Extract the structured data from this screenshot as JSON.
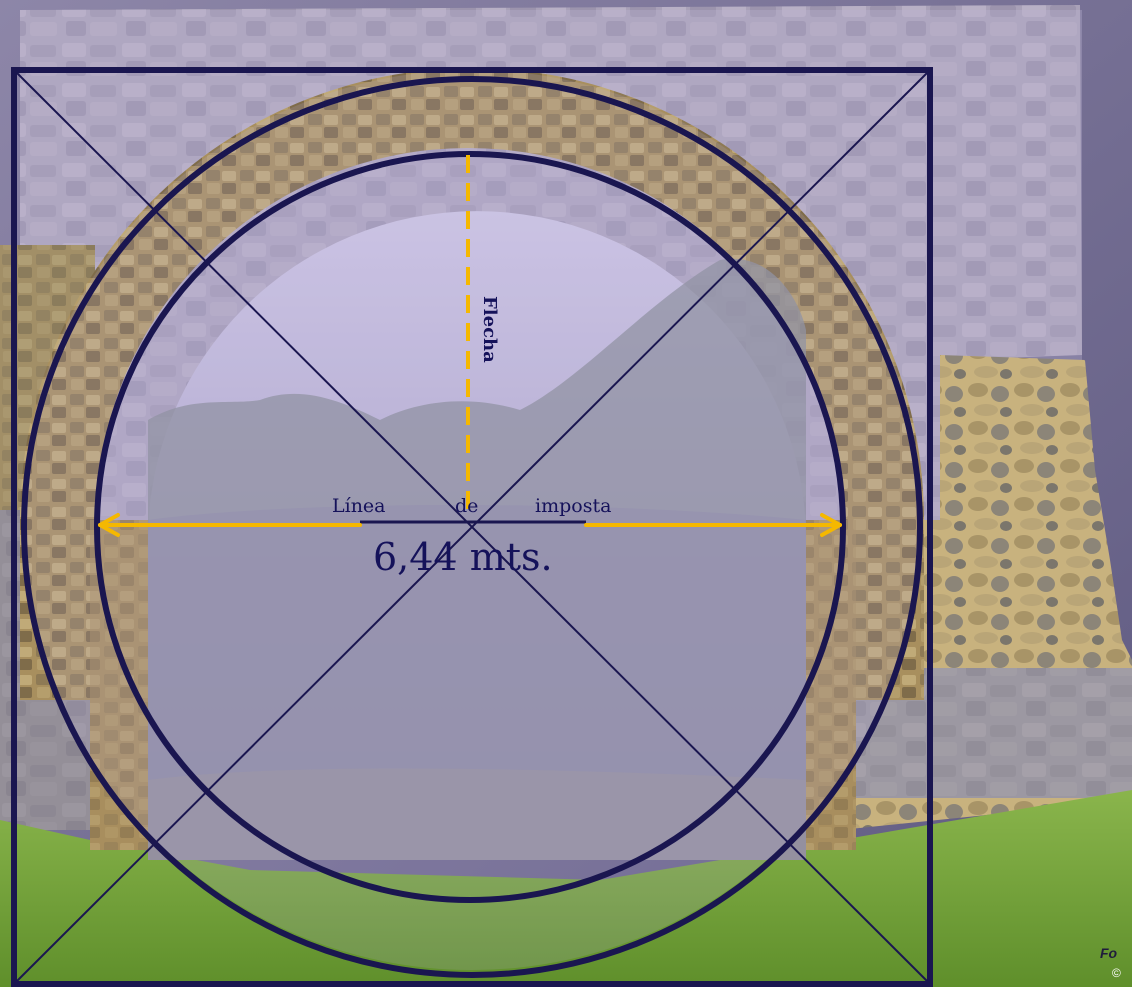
{
  "labels": {
    "flecha": "Flecha",
    "linea": "Línea",
    "de": "de",
    "imposta": "imposta",
    "measure": "6,44 mts."
  },
  "credit": {
    "line1": "Fo",
    "line2": "©"
  },
  "colors": {
    "construction_lines": "#1a1650",
    "accent_arrows": "#f5b800",
    "label_text": "#15125a",
    "sky": "#b9b1d6",
    "grass": "#76a33c",
    "stone": "#b49a68",
    "wall": "#9a92ac"
  },
  "icons": {
    "left_arrow": "arrowhead-left",
    "right_arrow": "arrowhead-right"
  }
}
